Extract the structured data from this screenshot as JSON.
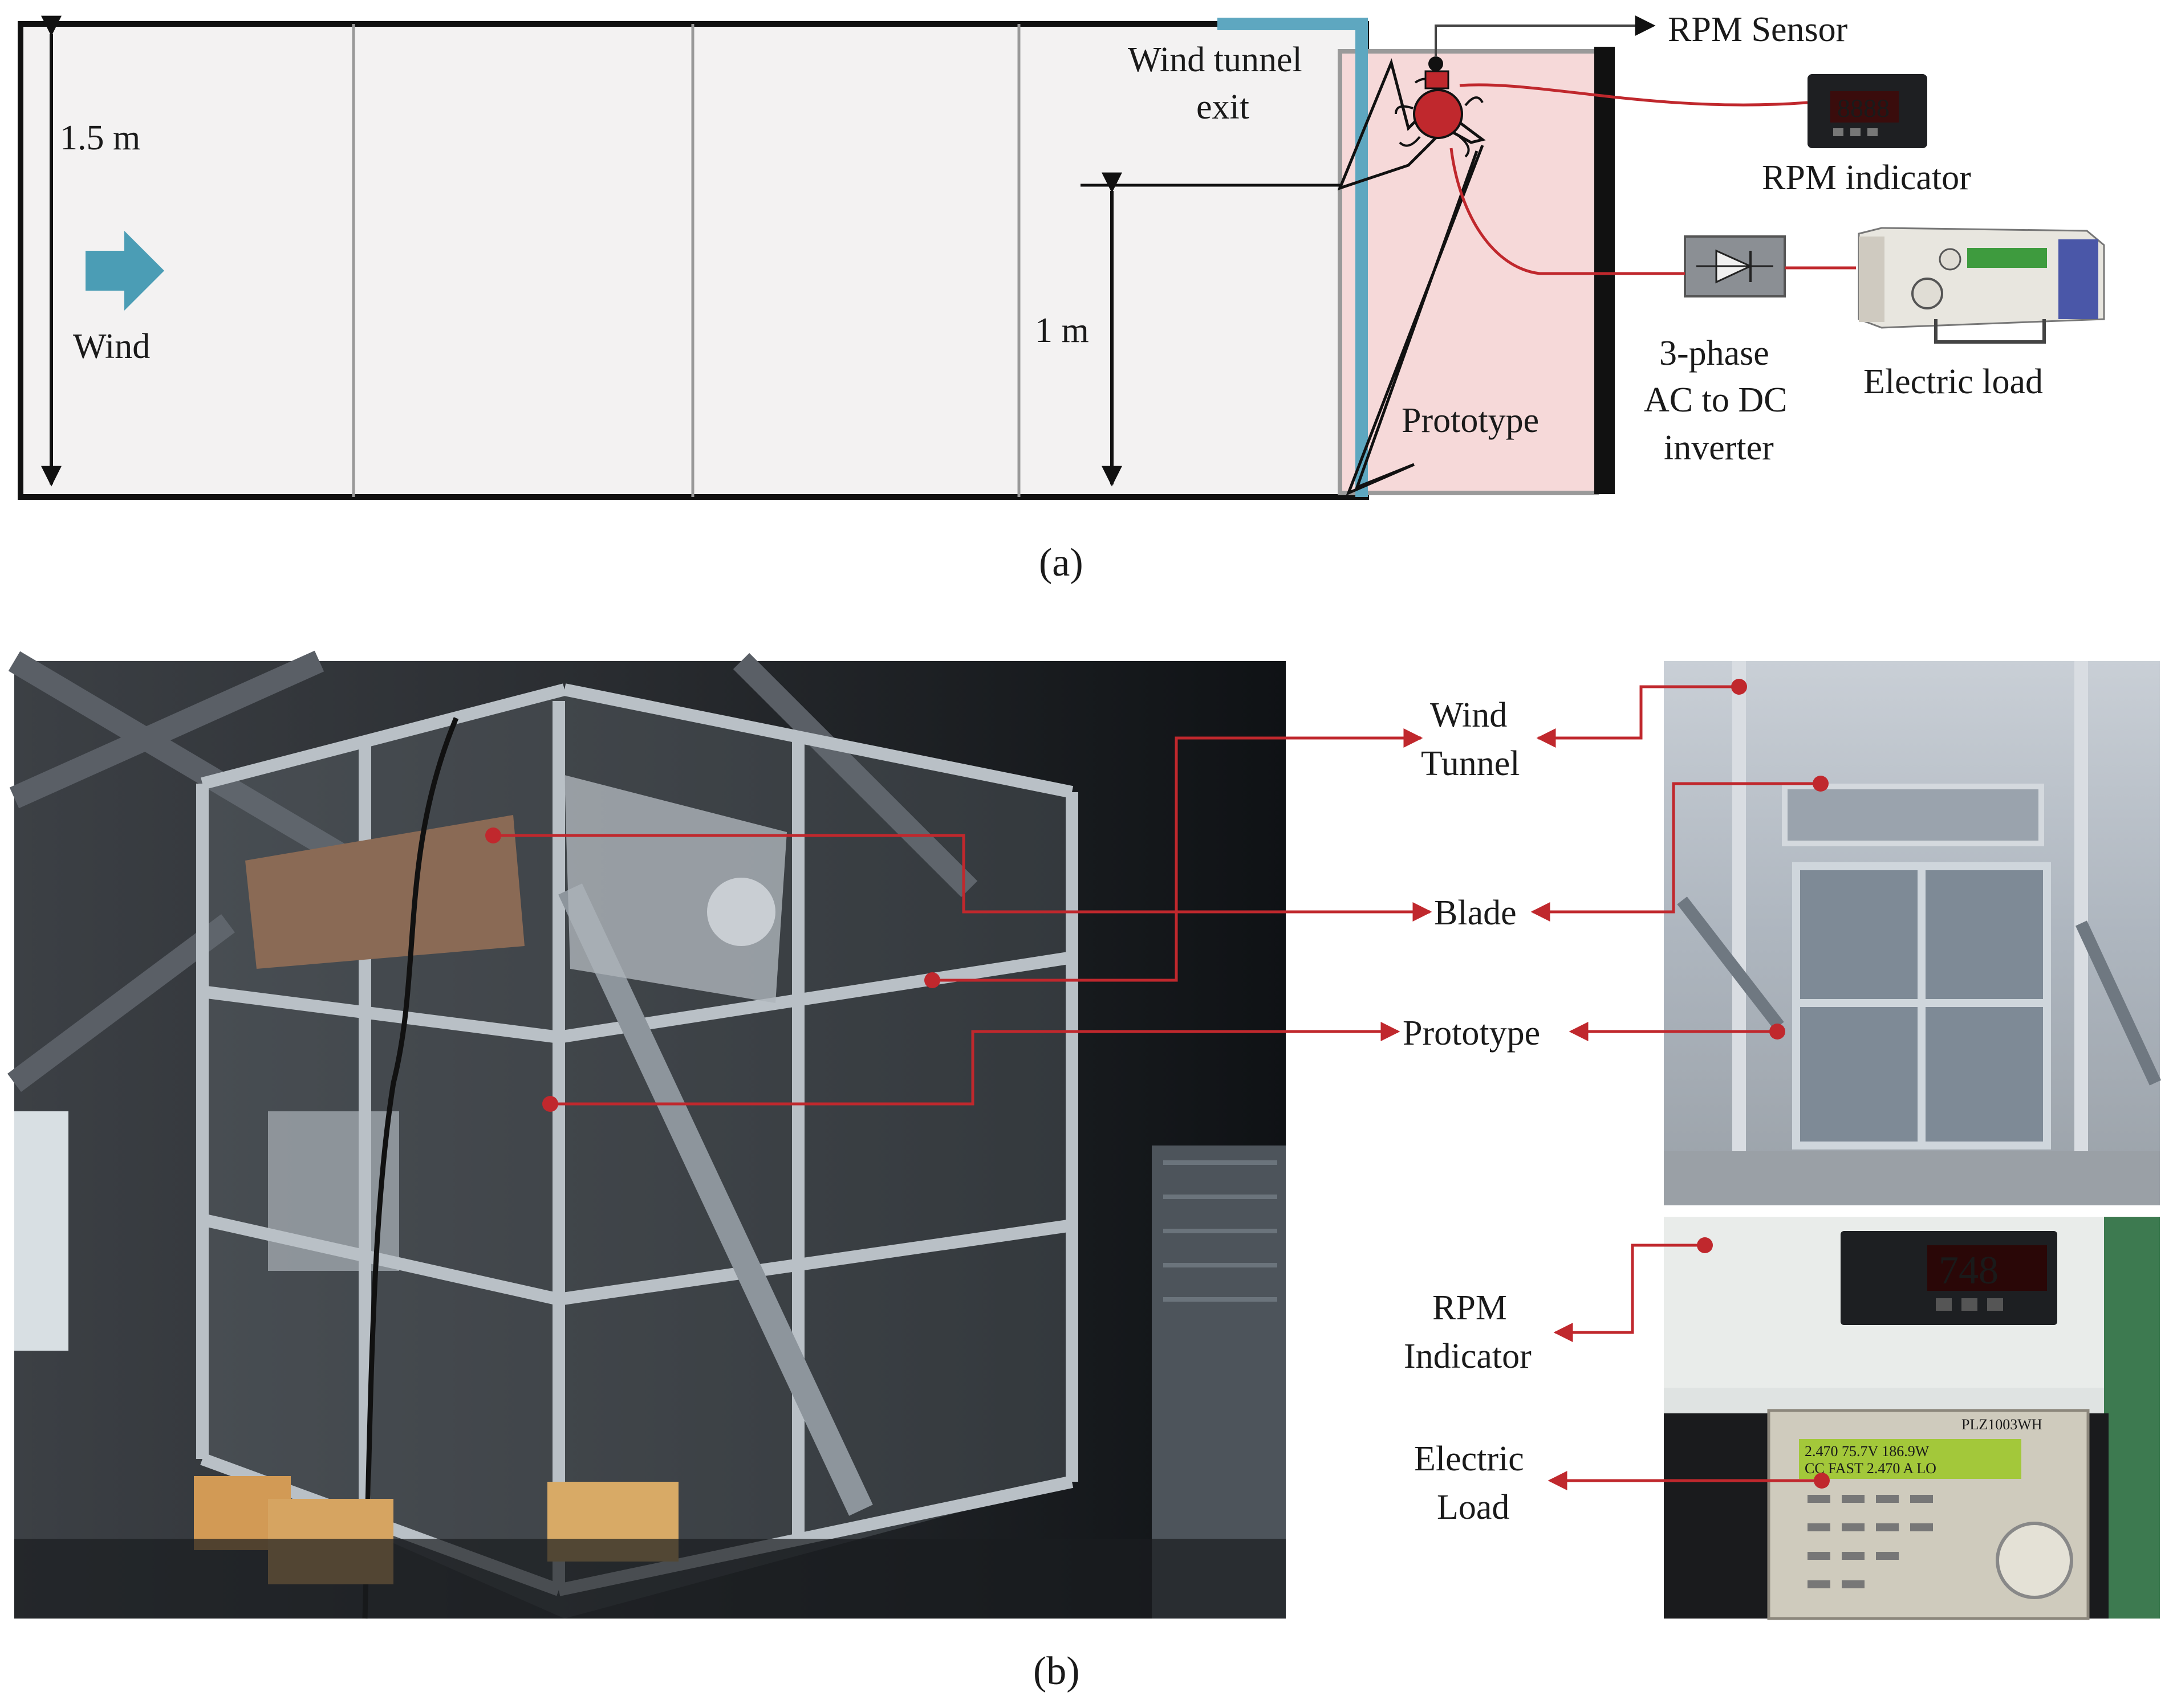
{
  "panel_a": {
    "caption": "(a)",
    "height_label": "1.5 m",
    "wind_label": "Wind",
    "exit_label_line1": "Wind tunnel",
    "exit_label_line2": "exit",
    "one_m_label": "1 m",
    "prototype_label": "Prototype",
    "rpm_sensor_label": "RPM Sensor",
    "rpm_indicator_label": "RPM indicator",
    "inverter_line1": "3-phase",
    "inverter_line2": "AC to DC",
    "inverter_line3": "inverter",
    "electric_load_label": "Electric load",
    "rpm_display": "8888"
  },
  "panel_b": {
    "caption": "(b)",
    "wind_tunnel_line1": "Wind",
    "wind_tunnel_line2": "Tunnel",
    "blade_label": "Blade",
    "prototype_label": "Prototype",
    "rpm_indicator_line1": "RPM",
    "rpm_indicator_line2": "Indicator",
    "electric_load_line1": "Electric",
    "electric_load_line2": "Load",
    "rpm_reading": "748",
    "load_model": "PLZ1003WH",
    "load_display_line1": "2.470  75.7V  186.9W",
    "load_display_line2": "CC  FAST  2.470 A  LO"
  },
  "colors": {
    "callout": "#c0282d",
    "tunnel_exit": "#5ea7c0",
    "prototype_fill": "#f6d9d9",
    "wind_arrow": "#4b9db5"
  }
}
